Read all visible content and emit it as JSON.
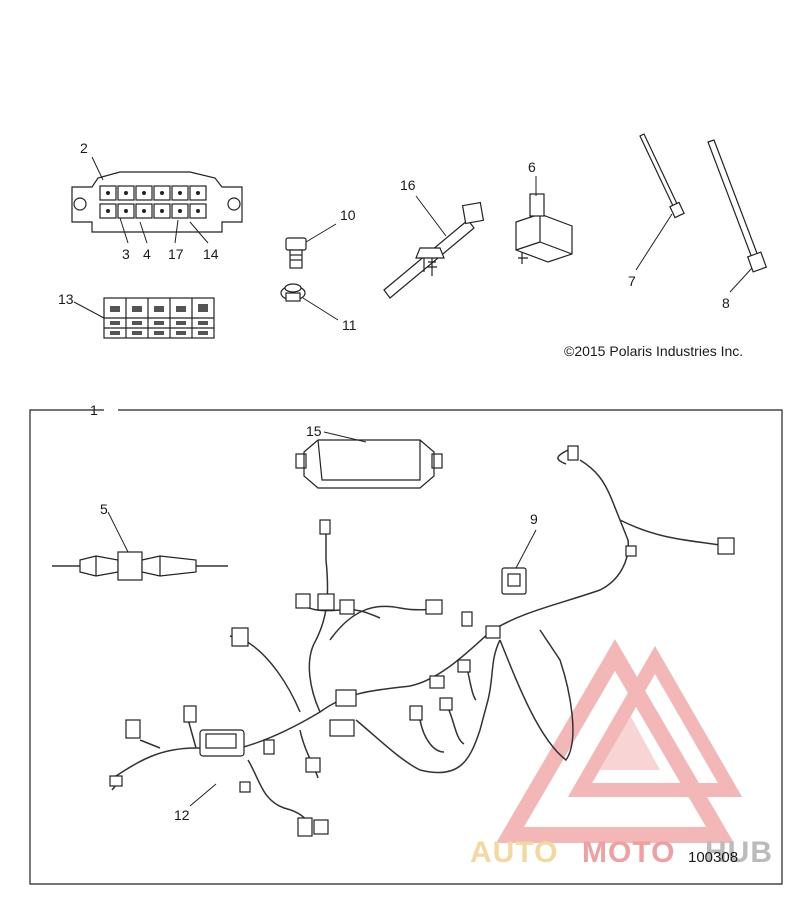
{
  "callouts": {
    "c1": "1",
    "c2": "2",
    "c3": "3",
    "c4": "4",
    "c5": "5",
    "c6": "6",
    "c7": "7",
    "c8": "8",
    "c9": "9",
    "c10": "10",
    "c11": "11",
    "c12": "12",
    "c13": "13",
    "c14": "14",
    "c15": "15",
    "c16": "16",
    "c17": "17"
  },
  "copyright": "©2015 Polaris Industries Inc.",
  "figure_number": "100308",
  "watermark": {
    "part1": "AUTO",
    "part2": "MOTO",
    "part3": "HUB",
    "color_primary": "#f0a0a0",
    "color_secondary": "#f5d8a0"
  }
}
